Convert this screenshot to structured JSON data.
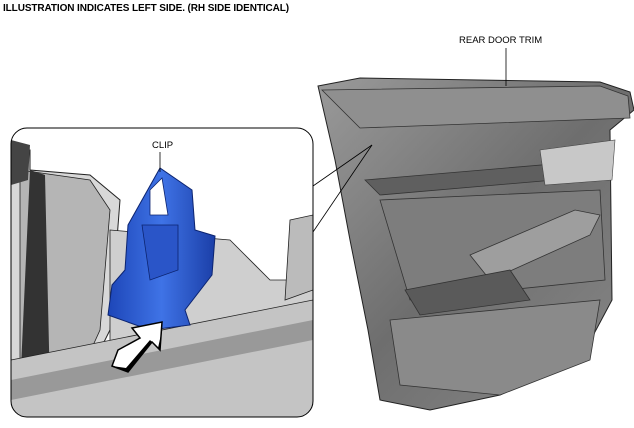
{
  "header": {
    "title": "ILLUSTRATION INDICATES LEFT SIDE. (RH SIDE IDENTICAL)"
  },
  "labels": {
    "rear_door_trim": "REAR DOOR TRIM",
    "clip": "CLIP"
  },
  "colors": {
    "clip": "#2f5fd0",
    "trim": "#7a7a7a"
  }
}
